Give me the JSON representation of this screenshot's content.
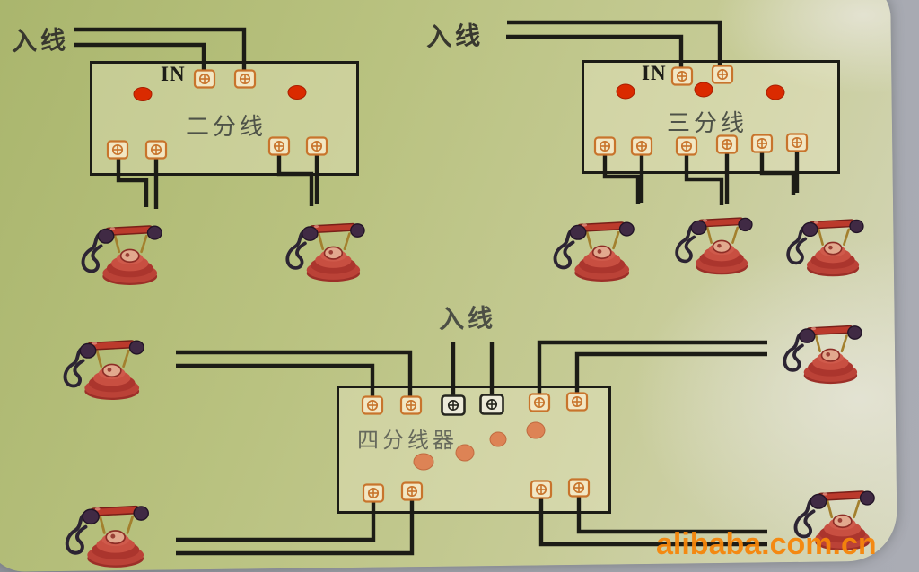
{
  "labels": {
    "incoming_line": "入线",
    "in_port": "IN"
  },
  "splitters": {
    "two_way": {
      "title": "二分线",
      "top_terminals": 2,
      "bottom_terminals": 4,
      "indicator_dots": 2,
      "phones_connected": 2
    },
    "three_way": {
      "title": "三分线",
      "top_terminals": 2,
      "bottom_terminals": 6,
      "indicator_dots": 3,
      "phones_connected": 3
    },
    "four_way": {
      "title": "四分线器",
      "top_terminals": 6,
      "bottom_terminals": 4,
      "indicator_dots": 4,
      "phones_connected": 4
    }
  },
  "watermark": {
    "text": "alibaba.com.cn",
    "color": "#f6860a"
  },
  "colors": {
    "card_background": "#bcc386",
    "photo_background": "#9aa0a8",
    "corner_dark": "#2c5a52",
    "wire": "#1c1c16",
    "terminal_orange": "#c8742c",
    "terminal_fill": "#f2e7c4",
    "terminal_black": "#26261f",
    "terminal_black_fill": "#ecead9",
    "indicator_red": "#da2a00",
    "indicator_orange": "#dd8355",
    "phone_body": "#c0453a",
    "handset_dark": "#3c2840"
  },
  "icons": {
    "terminal": "screw-terminal-icon",
    "in_terminal": "in-terminal-icon",
    "phone": "vintage-telephone-icon",
    "dot": "indicator-dot"
  }
}
